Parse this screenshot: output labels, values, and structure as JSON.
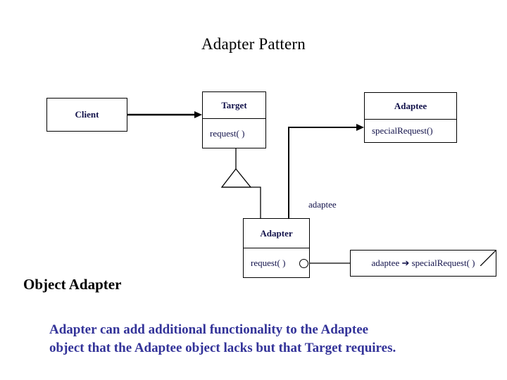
{
  "slide": {
    "title": "Adapter Pattern",
    "section_label": "Object Adapter"
  },
  "classes": {
    "client": {
      "name": "Client",
      "operations": []
    },
    "target": {
      "name": "Target",
      "operations": [
        "request( )"
      ]
    },
    "adaptee": {
      "name": "Adaptee",
      "operations": [
        "specialRequest()"
      ]
    },
    "adapter": {
      "name": "Adapter",
      "operations": [
        "request( )"
      ]
    }
  },
  "note": {
    "text": "adaptee ➔ specialRequest( )"
  },
  "labels": {
    "association_role": "adaptee"
  },
  "caption": {
    "line1": "Adapter can add additional functionality to the Adaptee",
    "line2": "object that the Adaptee object lacks but that Target requires."
  },
  "colors": {
    "caption_blue": "#333399",
    "text_dark": "#11114a",
    "line": "#000000",
    "background": "#ffffff"
  }
}
